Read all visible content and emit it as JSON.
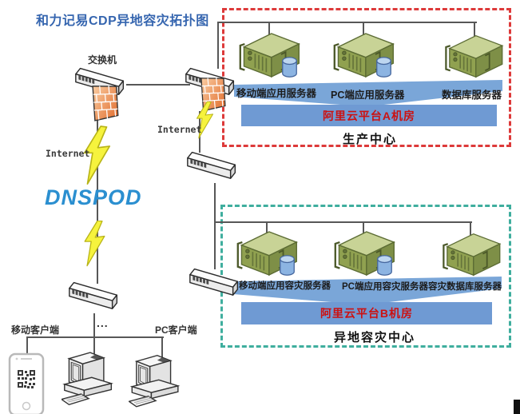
{
  "title": "和力记易CDP异地容灾拓扑图",
  "colors": {
    "title_blue": "#3565af",
    "dnspod_blue": "#2b8fd0",
    "production_border_red": "#dd3a3a",
    "dr_border_green": "#3fae9e",
    "banner_bg_blue": "#6f9ad3",
    "banner_text_red": "#cc1111",
    "wedge_blue": "#7aa6d8",
    "lightning_yellow": "#f6f33d",
    "server_green": "#90a150",
    "firewall_orange": "#e06a2a"
  },
  "network": {
    "switch_label": "交换机",
    "internet_left_label": "Internet",
    "internet_middle_label": "Internet",
    "dnspod_logo_text": "DNSPOD",
    "clients_ellipsis": "..."
  },
  "clients": {
    "mobile_label": "移动客户端",
    "pc_label": "PC客户端"
  },
  "production_center": {
    "caption": "生产中心",
    "banner_label": "阿里云平台A机房",
    "servers": [
      {
        "label": "移动端应用服务器"
      },
      {
        "label": "PC端应用服务器"
      },
      {
        "label": "数据库服务器"
      }
    ]
  },
  "dr_center": {
    "caption": "异地容灾中心",
    "banner_label": "阿里云平台B机房",
    "servers": [
      {
        "label": "移动端应用容灾服务器"
      },
      {
        "label": "PC端应用容灾服务器"
      },
      {
        "label": "容灾数据库服务器"
      }
    ]
  }
}
